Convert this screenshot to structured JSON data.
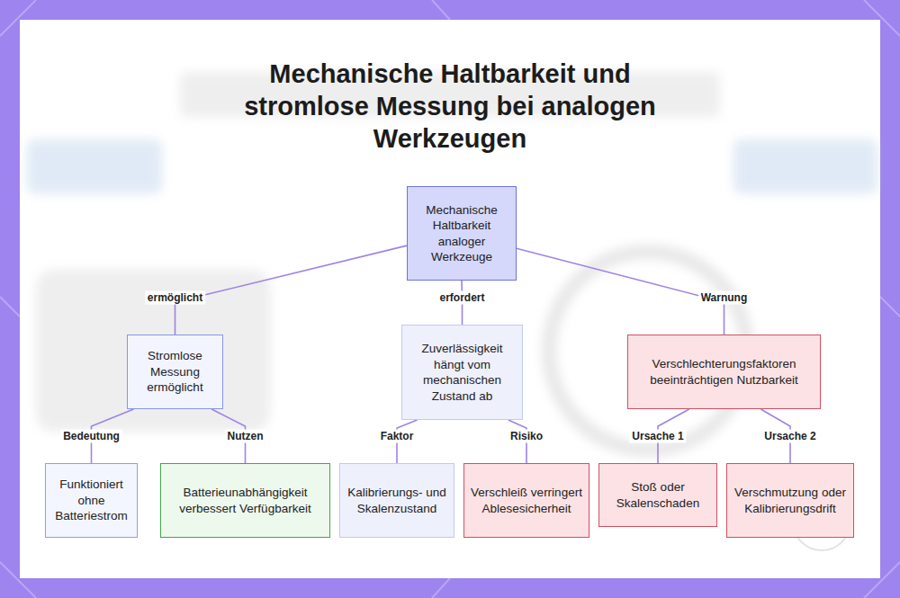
{
  "diagram": {
    "title": "Mechanische Haltbarkeit und stromlose Messung bei analogen Werkzeugen",
    "nodes": [
      {
        "text": [
          "Mechanische Haltbarkeit analoger Werkzeuge"
        ]
      },
      {
        "text": [
          "Stromlose Messung ermöglicht"
        ]
      },
      {
        "text": [
          "Zuverlässigkeit hängt vom mechanischen Zustand ab"
        ]
      },
      {
        "text": [
          "Verschlechterungsfaktoren beeinträchtigen Nutzbarkeit"
        ]
      },
      {
        "text": [
          "Funktioniert ohne Batteriestrom"
        ]
      },
      {
        "text": [
          "Batterieunabhängigkeit verbessert Verfügbarkeit"
        ]
      },
      {
        "text": [
          "Kalibrierungs- und Skalenzustand"
        ]
      },
      {
        "text": [
          "Verschleiß verringert Ablesesicherheit"
        ]
      },
      {
        "text": [
          "Stoß oder Skalenschaden"
        ]
      },
      {
        "text": [
          "Verschmutzung oder Kalibrierungsdrift"
        ]
      }
    ],
    "edges": [
      {
        "from": 0,
        "to": 1,
        "label": "ermöglicht",
        "arrow": "none"
      },
      {
        "from": 0,
        "to": 2,
        "label": "erfordert",
        "arrow": "none"
      },
      {
        "from": 0,
        "to": 3,
        "label": "Warnung",
        "arrow": "none"
      },
      {
        "from": 1,
        "to": 4,
        "label": "Bedeutung",
        "arrow": "none"
      },
      {
        "from": 1,
        "to": 5,
        "label": "Nutzen",
        "arrow": "none"
      },
      {
        "from": 2,
        "to": 6,
        "label": "Faktor",
        "arrow": "none"
      },
      {
        "from": 2,
        "to": 7,
        "label": "Risiko",
        "arrow": "none"
      },
      {
        "from": 3,
        "to": 8,
        "label": "Ursache 1",
        "arrow": "none"
      },
      {
        "from": 3,
        "to": 9,
        "label": "Ursache 2",
        "arrow": "none"
      }
    ]
  }
}
